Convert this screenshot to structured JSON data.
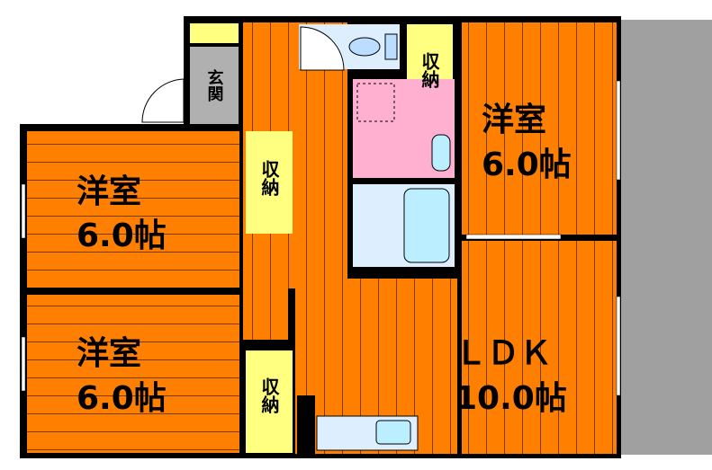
{
  "floorplan": {
    "rooms": {
      "western_left_top": {
        "name": "洋室",
        "size": "6.0帖"
      },
      "western_left_bottom": {
        "name": "洋室",
        "size": "6.0帖"
      },
      "western_right": {
        "name": "洋室",
        "size": "6.0帖"
      },
      "ldk": {
        "name": "ＬＤＫ",
        "size": "10.0帖"
      },
      "entrance": {
        "name": "玄関"
      },
      "closet_1": {
        "name": "収納"
      },
      "closet_2": {
        "name": "収納"
      },
      "closet_3": {
        "name": "収納"
      }
    },
    "colors": {
      "floor": "#ff8000",
      "closet": "#ffff80",
      "wet_area": "#ddeeff",
      "washroom": "#ffb0d0",
      "entrance": "#b0b0b0",
      "balcony": "#a0a0a0"
    }
  }
}
